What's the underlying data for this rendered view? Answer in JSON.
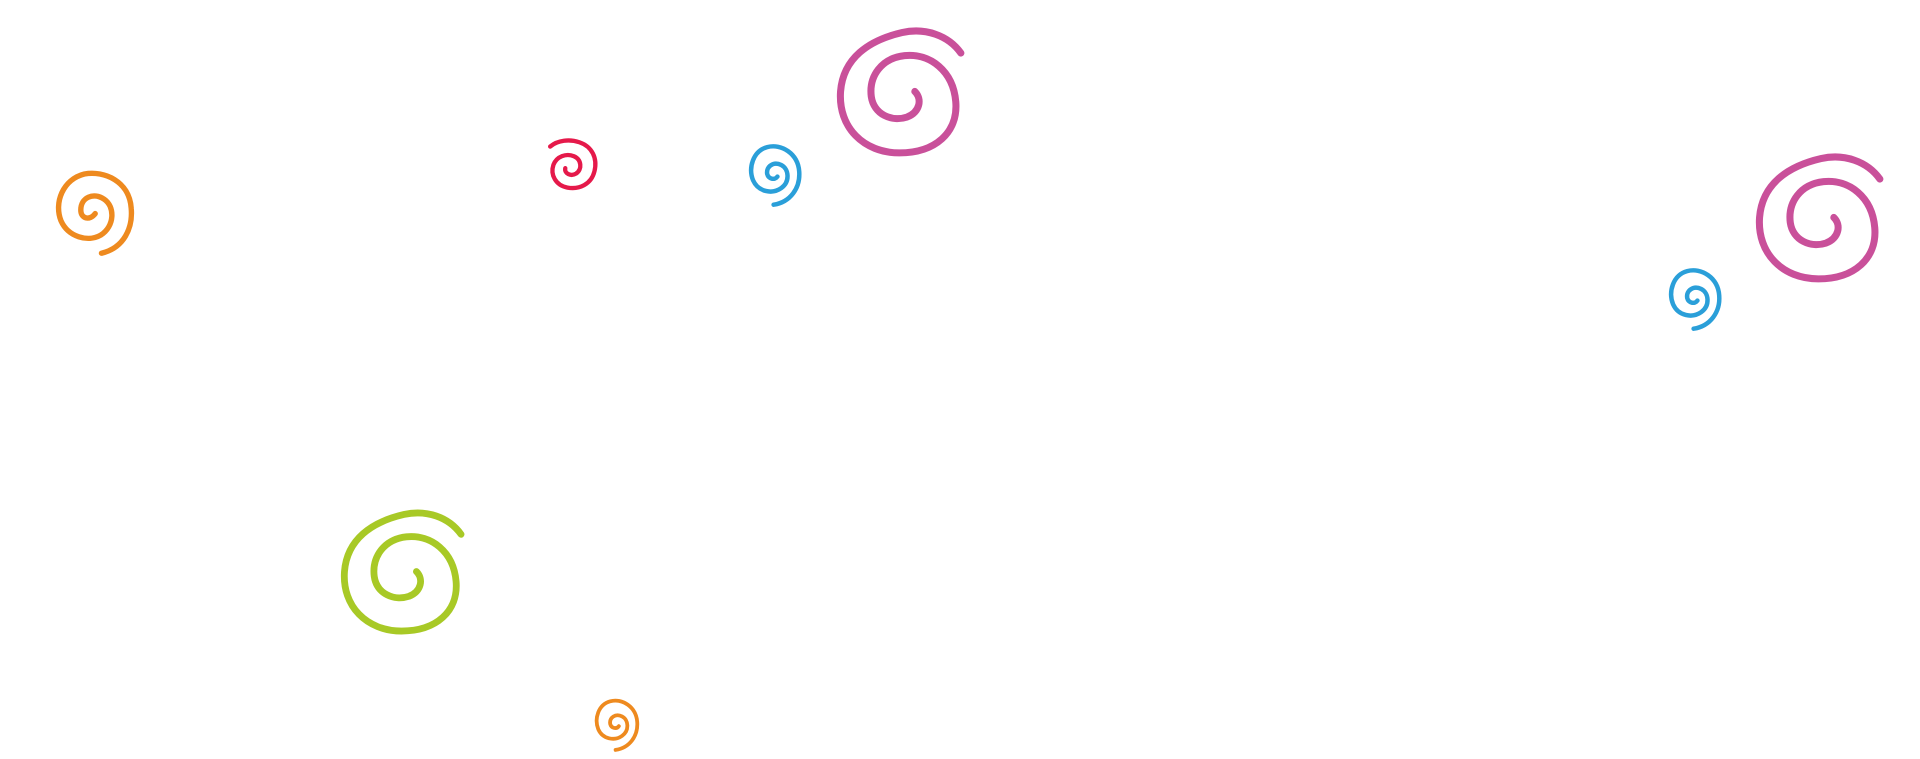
{
  "colors": {
    "orange": "#ee8a1f",
    "crimson": "#e5194a",
    "sky_blue": "#2a9fd9",
    "magenta": "#c9509a",
    "lime": "#a8c926"
  },
  "decorations": [
    {
      "icon": "spiral-swirl-icon",
      "color": "orange"
    },
    {
      "icon": "spiral-swirl-icon",
      "color": "crimson"
    },
    {
      "icon": "spiral-swirl-icon",
      "color": "sky_blue"
    },
    {
      "icon": "spiral-swirl-icon",
      "color": "magenta"
    },
    {
      "icon": "spiral-swirl-icon",
      "color": "magenta"
    },
    {
      "icon": "spiral-swirl-icon",
      "color": "sky_blue"
    },
    {
      "icon": "spiral-swirl-icon",
      "color": "lime"
    },
    {
      "icon": "spiral-swirl-icon",
      "color": "orange"
    }
  ]
}
